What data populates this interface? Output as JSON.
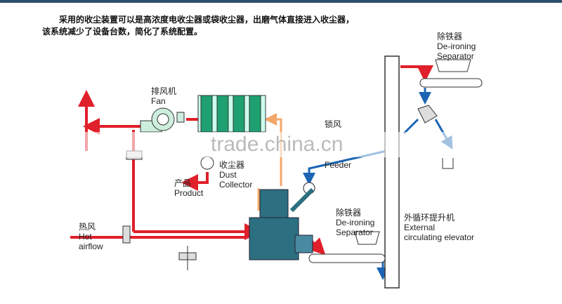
{
  "intro": {
    "line1": "采用的收尘装置可以是高浓度电收尘器或袋收尘器，出磨气体直接进入收尘器，",
    "line2": "该系统减少了设备台数，简化了系统配置。"
  },
  "labels": {
    "fan_cn": "排风机",
    "fan_en": "Fan",
    "dust_cn": "收尘器",
    "dust_en1": "Dust",
    "dust_en2": "Collector",
    "product_cn": "产品",
    "product_en": "Product",
    "feeder_cn": "锁风",
    "feeder_en": "Feeder",
    "hot_cn": "热风",
    "hot_en1": "Hot",
    "hot_en2": "airflow",
    "deiron1_cn": "除铁器",
    "deiron1_en1": "De-ironing",
    "deiron1_en2": "Separator",
    "deiron2_cn": "除铁器",
    "deiron2_en1": "De-ironing",
    "deiron2_en2": "Separator",
    "elev_cn": "外循环提升机",
    "elev_en1": "External",
    "elev_en2": "circulating elevator"
  },
  "watermark": "trade.china.cn",
  "colors": {
    "hot_air": "#e0202a",
    "material": "#1c64b4",
    "dust_return": "#f2a86a",
    "collector": "#1ea070"
  }
}
